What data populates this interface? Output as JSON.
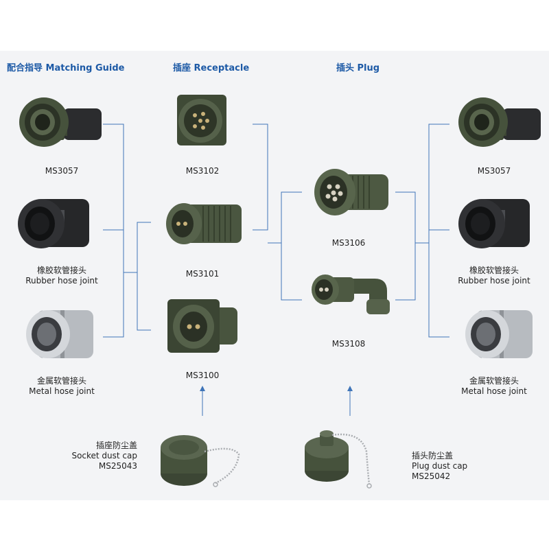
{
  "headers": {
    "guide": "配合指导 Matching Guide",
    "receptacle": "插座 Receptacle",
    "plug": "插头 Plug"
  },
  "left_column": [
    {
      "label": "MS3057"
    },
    {
      "label_cn": "橡胶软管接头",
      "label_en": "Rubber hose joint"
    },
    {
      "label_cn": "金属软管接头",
      "label_en": "Metal hose joint"
    }
  ],
  "receptacles": [
    {
      "label": "MS3102"
    },
    {
      "label": "MS3101"
    },
    {
      "label": "MS3100"
    }
  ],
  "plugs": [
    {
      "label": "MS3106"
    },
    {
      "label": "MS3108"
    }
  ],
  "right_column": [
    {
      "label": "MS3057"
    },
    {
      "label_cn": "橡胶软管接头",
      "label_en": "Rubber hose joint"
    },
    {
      "label_cn": "金属软管接头",
      "label_en": "Metal hose joint"
    }
  ],
  "socket_cap": {
    "cn": "插座防尘盖",
    "en": "Socket dust cap",
    "part": "MS25043"
  },
  "plug_cap": {
    "cn": "插头防尘盖",
    "en": "Plug dust cap",
    "part": "MS25042"
  },
  "colors": {
    "accent": "#1d5aa6",
    "line": "#3f74b8",
    "connector_green": "#4d5a43",
    "rubber_black": "#2a2b2d",
    "metal": "#c9ccd0"
  }
}
